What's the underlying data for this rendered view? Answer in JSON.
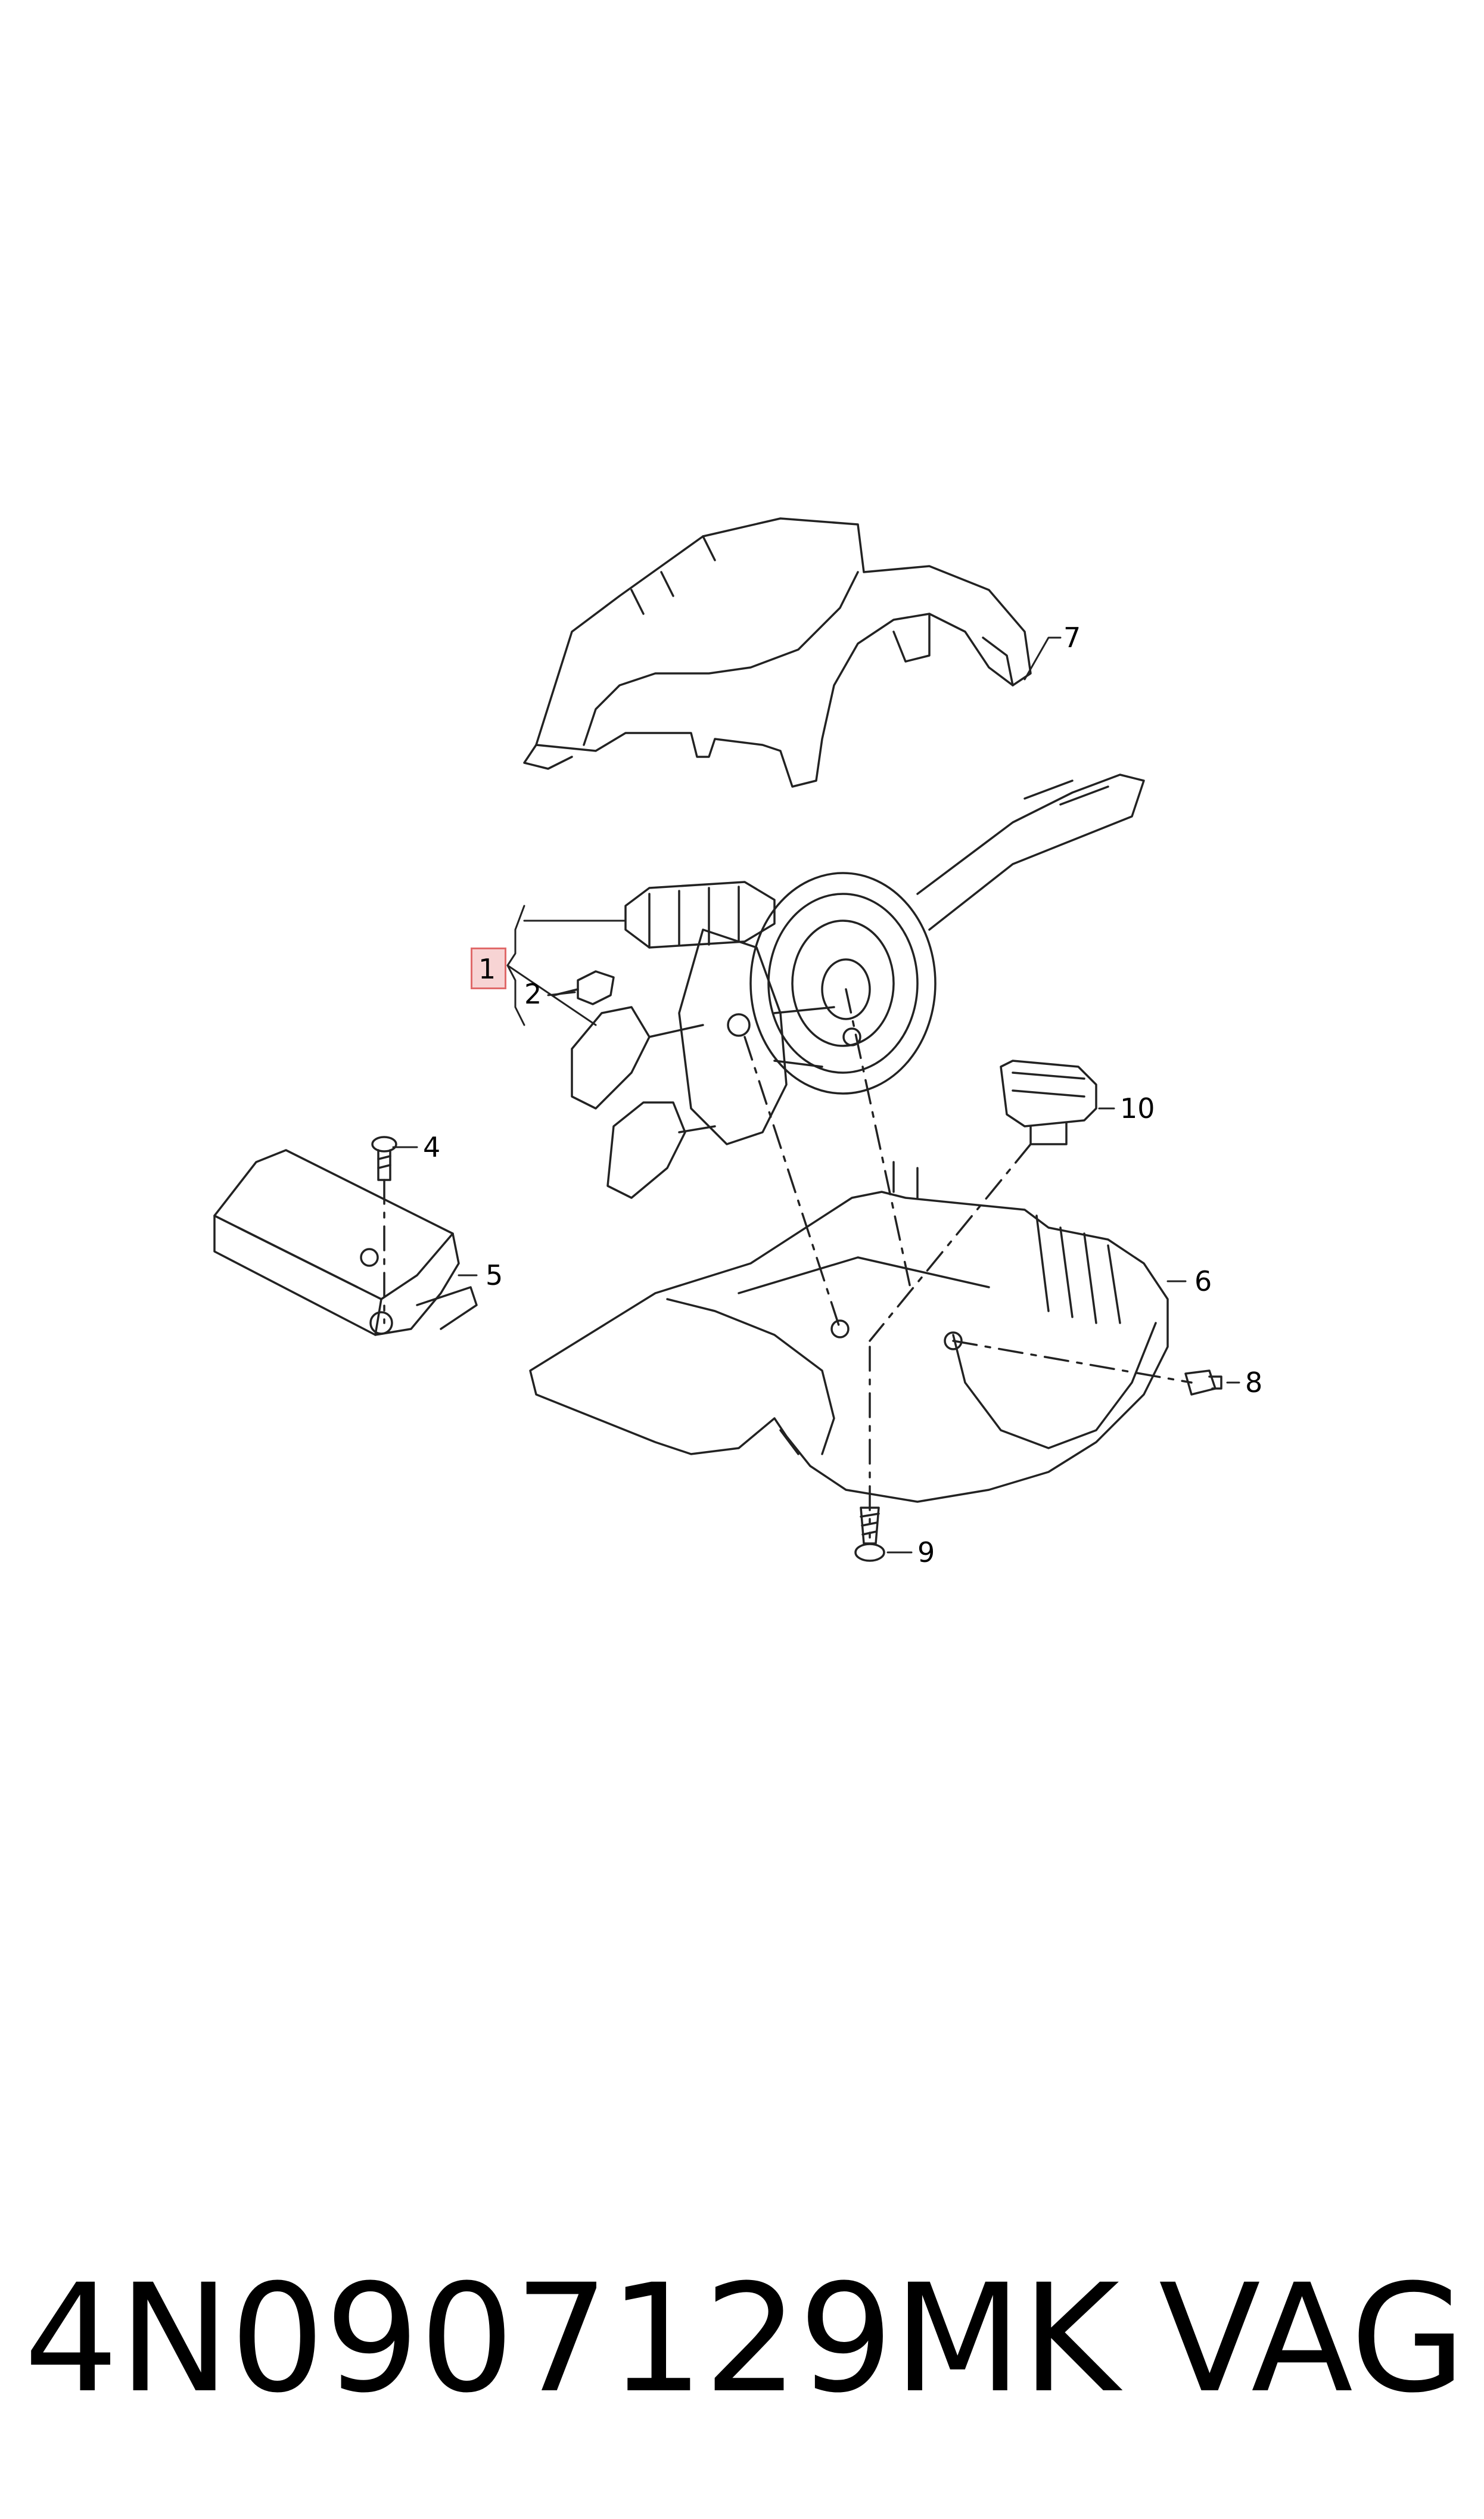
{
  "callouts": [
    {
      "id": "1",
      "label": "1"
    },
    {
      "id": "2",
      "label": "2"
    },
    {
      "id": "4",
      "label": "4"
    },
    {
      "id": "5",
      "label": "5"
    },
    {
      "id": "6",
      "label": "6"
    },
    {
      "id": "7",
      "label": "7"
    },
    {
      "id": "8",
      "label": "8"
    },
    {
      "id": "9",
      "label": "9"
    },
    {
      "id": "10",
      "label": "10"
    }
  ],
  "highlight_color": "#f7d4d4",
  "highlight_border_color": "#e06a6a",
  "footer": {
    "part_number": "4N0907129MK",
    "brand": "VAG"
  }
}
